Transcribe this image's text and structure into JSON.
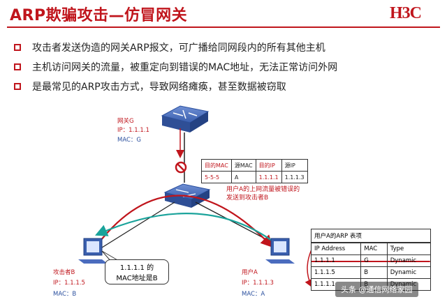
{
  "header": {
    "title": "ARP欺骗攻击—仿冒网关",
    "logo": "H3C"
  },
  "bullets": [
    "攻击者发送伪造的网关ARP报文，可广播给同网段内的所有其他主机",
    "主机访问网关的流量，被重定向到错误的MAC地址，无法正常访问外网",
    "是最常见的ARP攻击方式，导致网络瘫痪，甚至数据被窃取"
  ],
  "gateway": {
    "name": "网关G",
    "ip": "IP：1.1.1.1",
    "mac": "MAC：G"
  },
  "attacker": {
    "name": "攻击者B",
    "ip": "IP：1.1.1.5",
    "mac": "MAC：B"
  },
  "user": {
    "name": "用户A",
    "ip": "IP：1.1.1.3",
    "mac": "MAC：A"
  },
  "packet": {
    "headers": [
      "目的MAC",
      "源MAC",
      "目的IP",
      "源IP"
    ],
    "values": [
      "5-5-5",
      "A",
      "1.1.1.1",
      "1.1.1.3"
    ]
  },
  "flow_note": {
    "line1": "用户A的上网流量被错误的",
    "line2": "发送到攻击者B"
  },
  "bubble": {
    "line1": "1.1.1.1 的",
    "line2": "MAC地址是B"
  },
  "arp_table": {
    "caption": "用户A的ARP 表项",
    "headers": [
      "IP Address",
      "MAC",
      "Type"
    ],
    "rows": [
      [
        "1.1.1.1",
        "G",
        "Dynamic"
      ],
      [
        "1.1.1.5",
        "B",
        "Dynamic"
      ],
      [
        "1.1.1.1",
        "B",
        "Dynamic"
      ]
    ]
  },
  "watermark": "头条 @通信网络家园",
  "colors": {
    "accent": "#c0151c",
    "device": "#3a5fae",
    "flow_red": "#c0151c",
    "flow_teal": "#1aa39b"
  }
}
